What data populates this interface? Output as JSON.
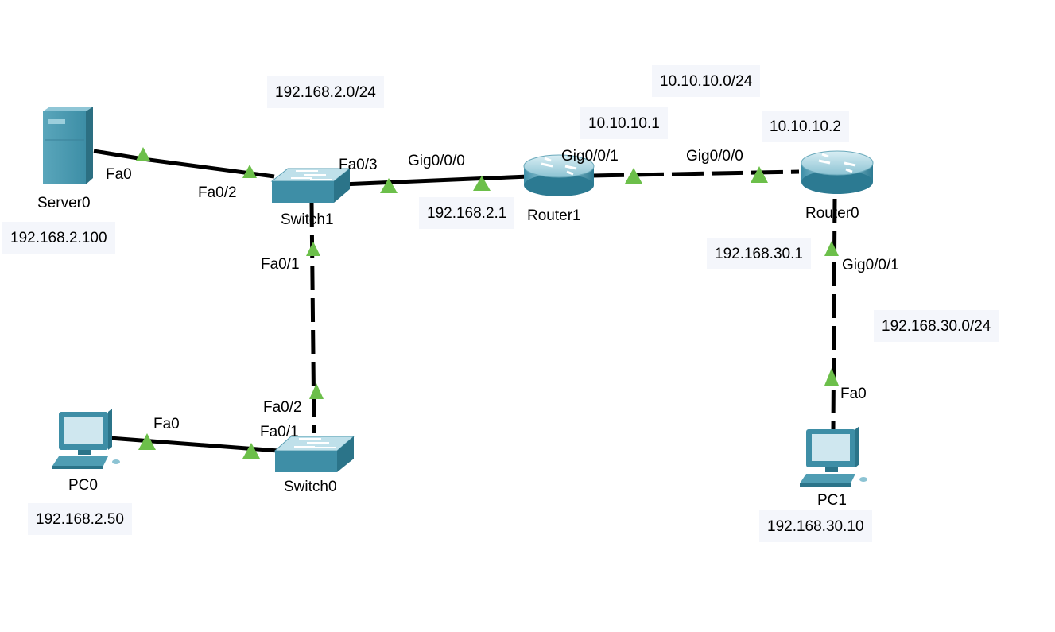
{
  "devices": {
    "server0": "Server0",
    "switch1": "Switch1",
    "router1": "Router1",
    "router0": "Router0",
    "switch0": "Switch0",
    "pc0": "PC0",
    "pc1": "PC1"
  },
  "ports": {
    "server0_fa0": "Fa0",
    "switch1_fa0_2": "Fa0/2",
    "switch1_fa0_3": "Fa0/3",
    "switch1_fa0_1": "Fa0/1",
    "router1_gig0_0_0": "Gig0/0/0",
    "router1_gig0_0_1": "Gig0/0/1",
    "router0_gig0_0_0": "Gig0/0/0",
    "router0_gig0_0_1": "Gig0/0/1",
    "switch0_fa0_2": "Fa0/2",
    "switch0_fa0_1": "Fa0/1",
    "pc0_fa0": "Fa0",
    "pc1_fa0": "Fa0"
  },
  "notes": {
    "net_192_168_2": "192.168.2.0/24",
    "net_10_10_10": "10.10.10.0/24",
    "router1_wan_ip": "10.10.10.1",
    "router0_wan_ip": "10.10.10.2",
    "server0_ip": "192.168.2.100",
    "router1_lan_ip": "192.168.2.1",
    "router0_lan_ip": "192.168.30.1",
    "net_192_168_30": "192.168.30.0/24",
    "pc0_ip": "192.168.2.50",
    "pc1_ip": "192.168.30.10"
  },
  "colors": {
    "link": "#000000",
    "link_up_indicator": "#6cbf4a",
    "device_teal": "#2e8fa6",
    "note_background": "#f4f6fb"
  }
}
